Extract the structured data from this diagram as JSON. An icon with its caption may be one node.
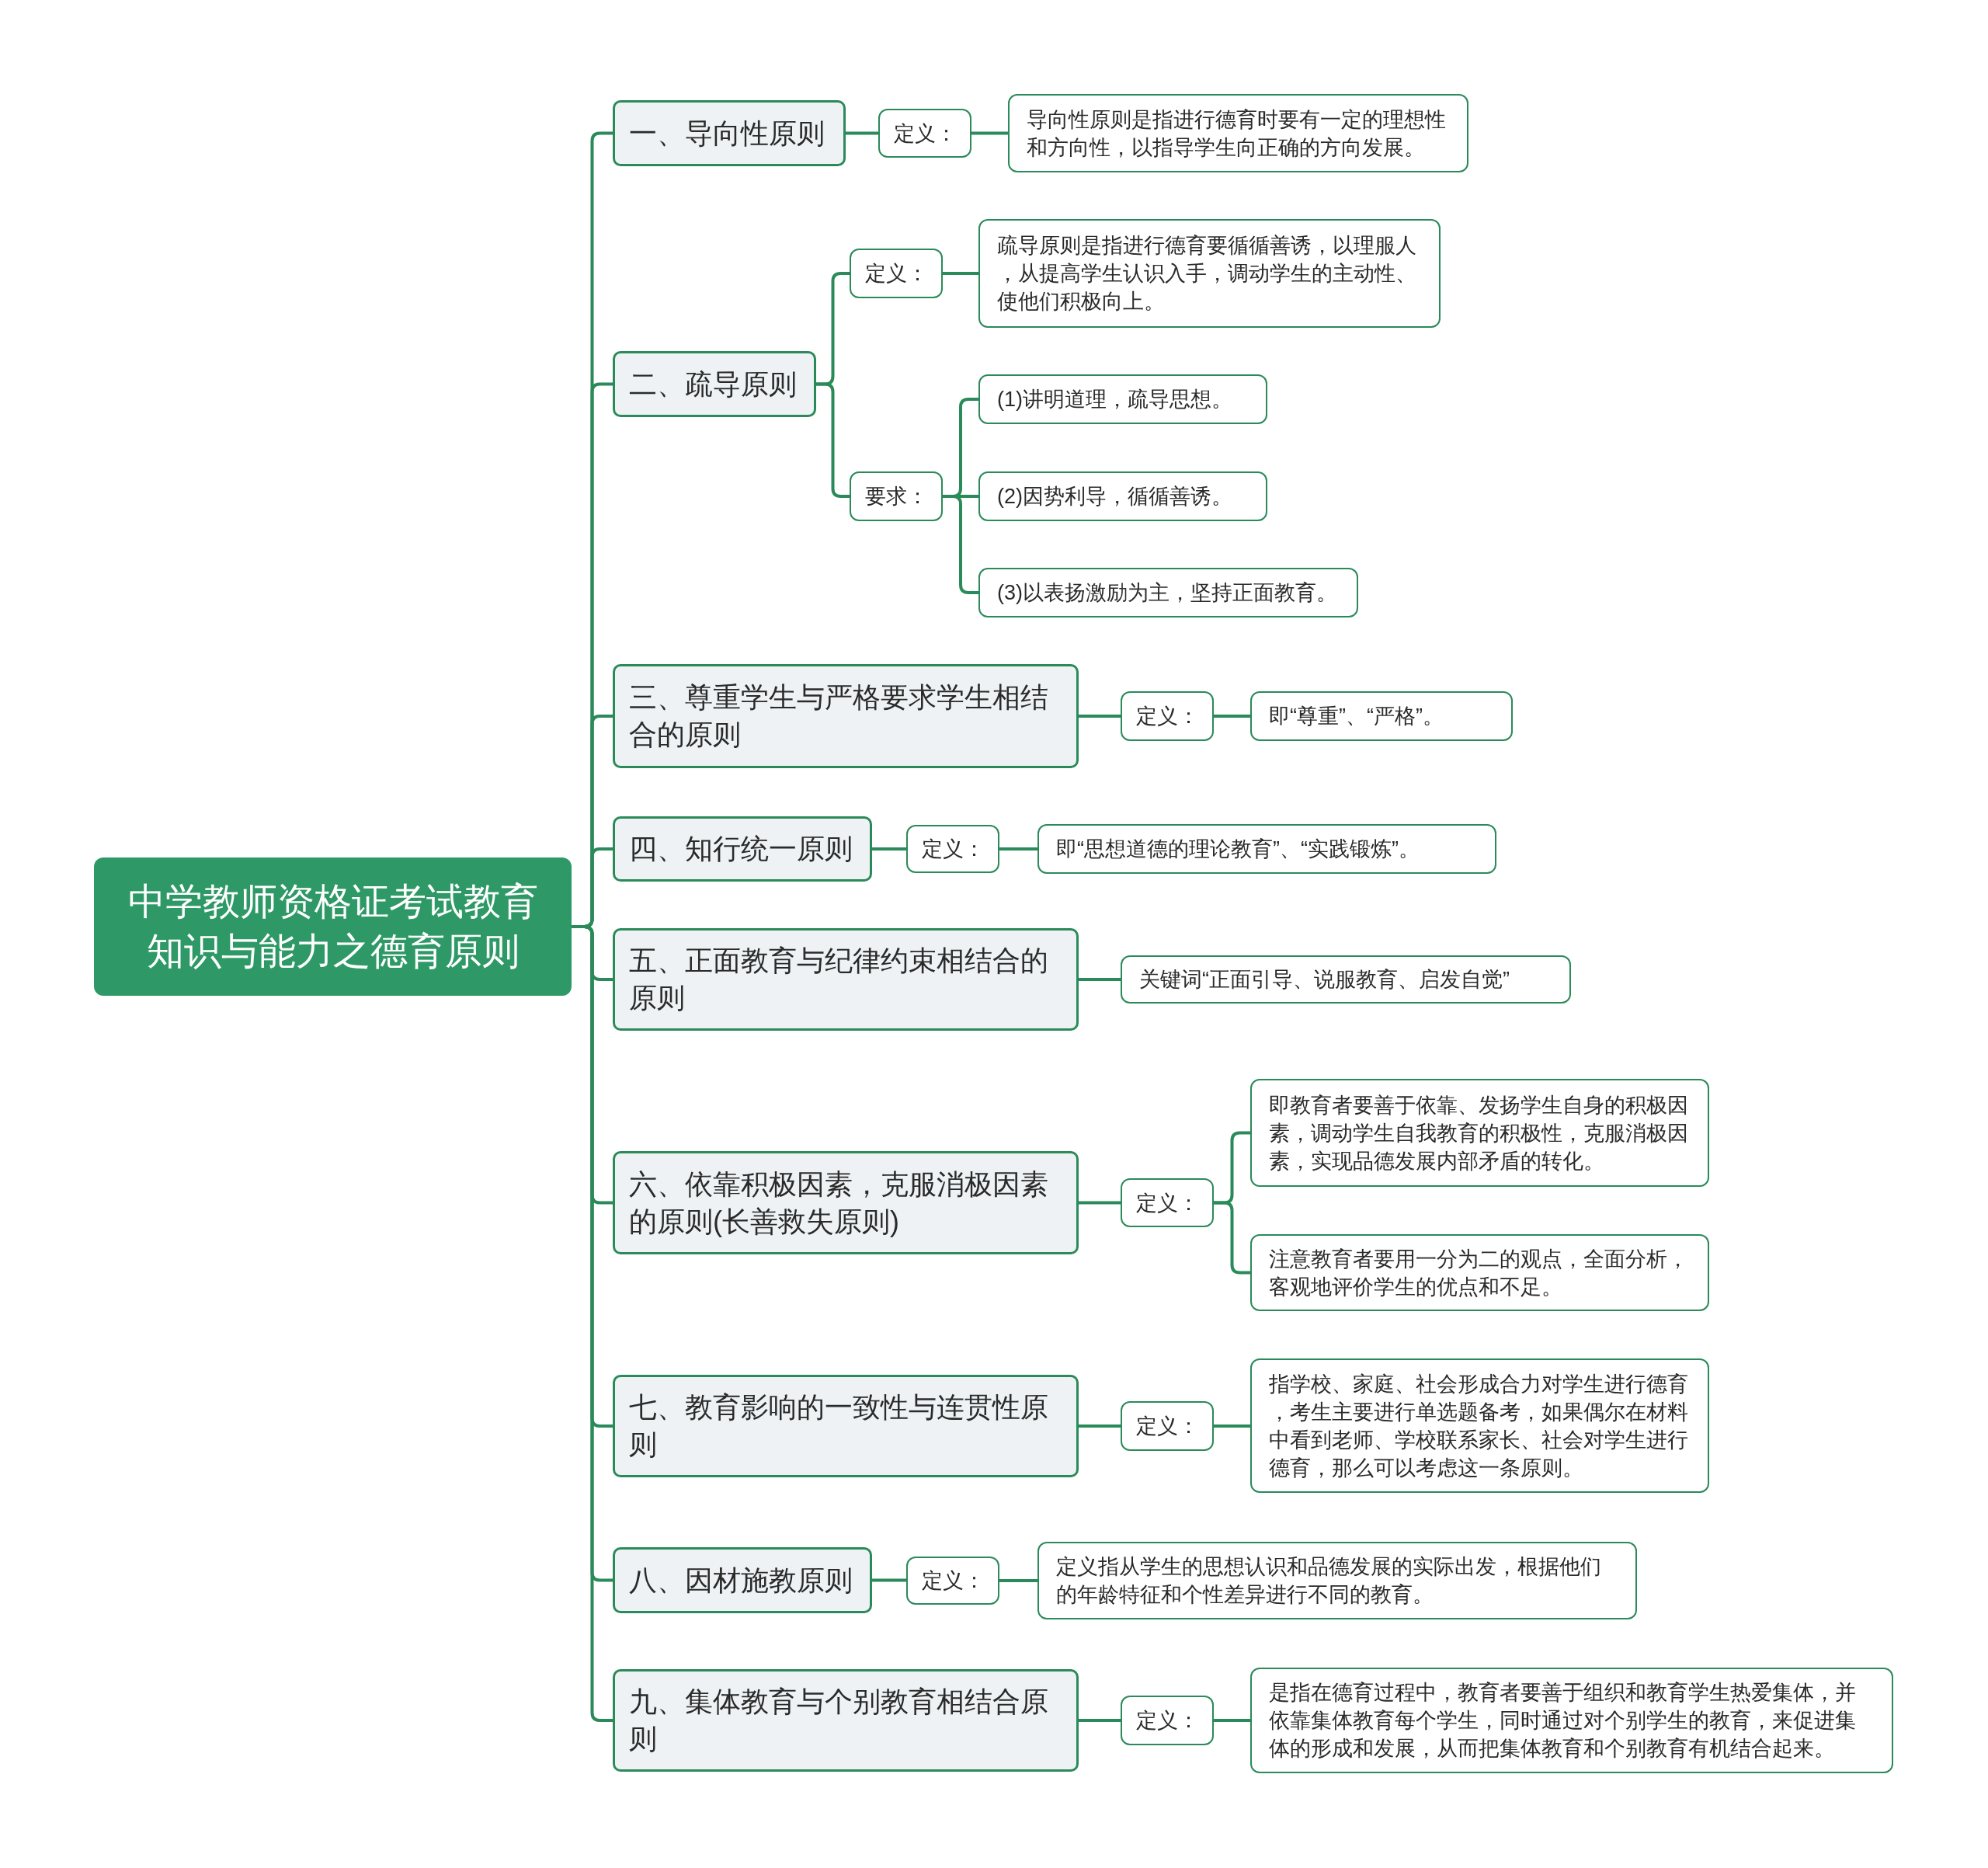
{
  "diagram": {
    "nodes": [
      {
        "text": [
          "中学教师资格证考试教育知识与能力之德育原则"
        ]
      },
      {
        "text": [
          "一、导向性原则"
        ]
      },
      {
        "text": [
          "定义："
        ]
      },
      {
        "text": [
          "导向性原则是指进行德育时要有一定的理想性和方向性，以指导学生向正确的方向发展。"
        ]
      },
      {
        "text": [
          "二、疏导原则"
        ]
      },
      {
        "text": [
          "定义："
        ]
      },
      {
        "text": [
          "疏导原则是指进行德育要循循善诱，以理服人，从提高学生认识入手，调动学生的主动性、使他们积极向上。"
        ]
      },
      {
        "text": [
          "要求："
        ]
      },
      {
        "text": [
          "(1)讲明道理，疏导思想。"
        ]
      },
      {
        "text": [
          "(2)因势利导，循循善诱。"
        ]
      },
      {
        "text": [
          "(3)以表扬激励为主，坚持正面教育。"
        ]
      },
      {
        "text": [
          "三、尊重学生与严格要求学生相结合的原则"
        ]
      },
      {
        "text": [
          "定义："
        ]
      },
      {
        "text": [
          "即“尊重”、“严格”。"
        ]
      },
      {
        "text": [
          "四、知行统一原则"
        ]
      },
      {
        "text": [
          "定义："
        ]
      },
      {
        "text": [
          "即“思想道德的理论教育”、“实践锻炼”。"
        ]
      },
      {
        "text": [
          "五、正面教育与纪律约束相结合的原则"
        ]
      },
      {
        "text": [
          "关键词“正面引导、说服教育、启发自觉”"
        ]
      },
      {
        "text": [
          "六、依靠积极因素，克服消极因素的原则(长善救失原则)"
        ]
      },
      {
        "text": [
          "定义："
        ]
      },
      {
        "text": [
          "即教育者要善于依靠、发扬学生自身的积极因素，调动学生自我教育的积极性，克服消极因素，实现品德发展内部矛盾的转化。"
        ]
      },
      {
        "text": [
          "注意教育者要用一分为二的观点，全面分析，客观地评价学生的优点和不足。"
        ]
      },
      {
        "text": [
          "七、教育影响的一致性与连贯性原则"
        ]
      },
      {
        "text": [
          "定义："
        ]
      },
      {
        "text": [
          "指学校、家庭、社会形成合力对学生进行德育，考生主要进行单选题备考，如果偶尔在材料中看到老师、学校联系家长、社会对学生进行德育，那么可以考虑这一条原则。"
        ]
      },
      {
        "text": [
          "八、因材施教原则"
        ]
      },
      {
        "text": [
          "定义："
        ]
      },
      {
        "text": [
          "定义指从学生的思想认识和品德发展的实际出发，根据他们的年龄特征和个性差异进行不同的教育。"
        ]
      },
      {
        "text": [
          "九、集体教育与个别教育相结合原则"
        ]
      },
      {
        "text": [
          "定义："
        ]
      },
      {
        "text": [
          "是指在德育过程中，教育者要善于组织和教育学生热爱集体，并依靠集体教育每个学生，同时通过对个别学生的教育，来促进集体的形成和发展，从而把集体教育和个别教育有机结合起来。"
        ]
      }
    ],
    "edges": [
      {
        "from": 0,
        "to": 1,
        "arrow": "none"
      },
      {
        "from": 0,
        "to": 4,
        "arrow": "none"
      },
      {
        "from": 0,
        "to": 11,
        "arrow": "none"
      },
      {
        "from": 0,
        "to": 14,
        "arrow": "none"
      },
      {
        "from": 0,
        "to": 17,
        "arrow": "none"
      },
      {
        "from": 0,
        "to": 19,
        "arrow": "none"
      },
      {
        "from": 0,
        "to": 23,
        "arrow": "none"
      },
      {
        "from": 0,
        "to": 26,
        "arrow": "none"
      },
      {
        "from": 0,
        "to": 29,
        "arrow": "none"
      },
      {
        "from": 1,
        "to": 2,
        "arrow": "none"
      },
      {
        "from": 2,
        "to": 3,
        "arrow": "none"
      },
      {
        "from": 4,
        "to": 5,
        "arrow": "none"
      },
      {
        "from": 5,
        "to": 6,
        "arrow": "none"
      },
      {
        "from": 4,
        "to": 7,
        "arrow": "none"
      },
      {
        "from": 7,
        "to": 8,
        "arrow": "none"
      },
      {
        "from": 7,
        "to": 9,
        "arrow": "none"
      },
      {
        "from": 7,
        "to": 10,
        "arrow": "none"
      },
      {
        "from": 11,
        "to": 12,
        "arrow": "none"
      },
      {
        "from": 12,
        "to": 13,
        "arrow": "none"
      },
      {
        "from": 14,
        "to": 15,
        "arrow": "none"
      },
      {
        "from": 15,
        "to": 16,
        "arrow": "none"
      },
      {
        "from": 17,
        "to": 18,
        "arrow": "none"
      },
      {
        "from": 19,
        "to": 20,
        "arrow": "none"
      },
      {
        "from": 20,
        "to": 21,
        "arrow": "none"
      },
      {
        "from": 20,
        "to": 22,
        "arrow": "none"
      },
      {
        "from": 23,
        "to": 24,
        "arrow": "none"
      },
      {
        "from": 24,
        "to": 25,
        "arrow": "none"
      },
      {
        "from": 26,
        "to": 27,
        "arrow": "none"
      },
      {
        "from": 27,
        "to": 28,
        "arrow": "none"
      },
      {
        "from": 29,
        "to": 30,
        "arrow": "none"
      },
      {
        "from": 30,
        "to": 31,
        "arrow": "none"
      }
    ]
  }
}
